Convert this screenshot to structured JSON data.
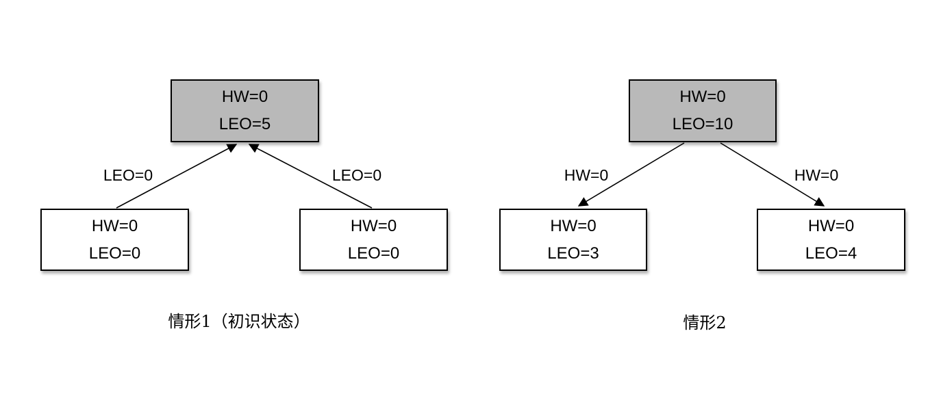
{
  "colors": {
    "root_node_fill": "#b9b9b9",
    "child_node_fill": "#ffffff",
    "node_border": "#000000",
    "edge_line": "#000000",
    "text": "#000000",
    "background": "#ffffff"
  },
  "diagrams": [
    {
      "caption": "情形1（初识状态）",
      "root": {
        "line1": "HW=0",
        "line2": "LEO=5"
      },
      "left_child": {
        "line1": "HW=0",
        "line2": "LEO=0"
      },
      "right_child": {
        "line1": "HW=0",
        "line2": "LEO=0"
      },
      "left_edge_label": "LEO=0",
      "right_edge_label": "LEO=0",
      "arrow_direction": "toward-root"
    },
    {
      "caption": "情形2",
      "root": {
        "line1": "HW=0",
        "line2": "LEO=10"
      },
      "left_child": {
        "line1": "HW=0",
        "line2": "LEO=3"
      },
      "right_child": {
        "line1": "HW=0",
        "line2": "LEO=4"
      },
      "left_edge_label": "HW=0",
      "right_edge_label": "HW=0",
      "arrow_direction": "toward-children"
    }
  ]
}
